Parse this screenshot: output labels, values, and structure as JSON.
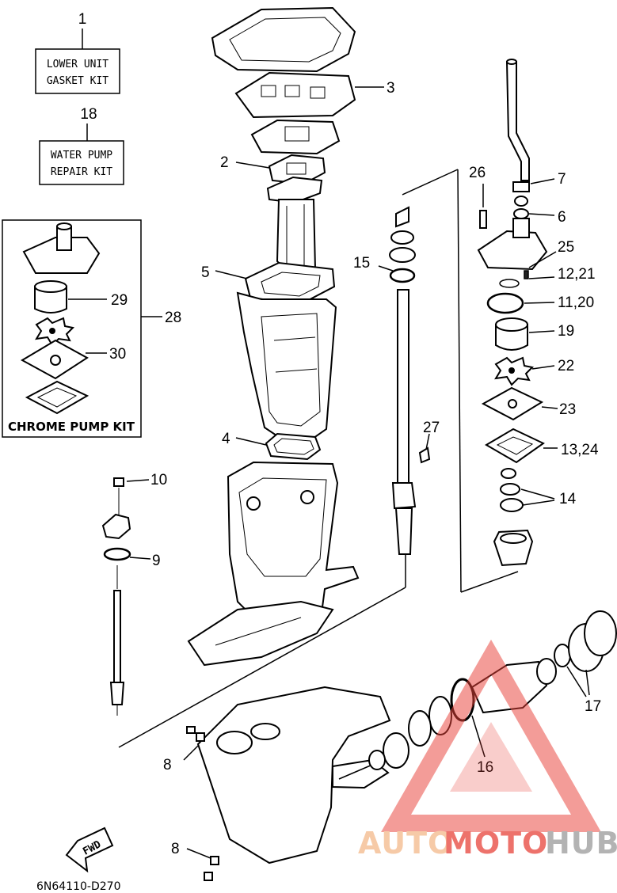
{
  "kits": {
    "lower_unit_gasket": {
      "number": "1",
      "line1": "LOWER UNIT",
      "line2": "GASKET KIT"
    },
    "water_pump_repair": {
      "number": "18",
      "line1": "WATER PUMP",
      "line2": "REPAIR KIT"
    },
    "chrome_pump": {
      "number": "28",
      "label": "CHROME PUMP KIT"
    }
  },
  "callouts": {
    "c2": "2",
    "c3": "3",
    "c4": "4",
    "c5": "5",
    "c6": "6",
    "c7": "7",
    "c8a": "8",
    "c8b": "8",
    "c9": "9",
    "c10": "10",
    "c1121": "11,20",
    "c1221": "12,21",
    "c1324": "13,24",
    "c14": "14",
    "c15": "15",
    "c16": "16",
    "c17": "17",
    "c19": "19",
    "c22": "22",
    "c23": "23",
    "c25": "25",
    "c26": "26",
    "c27": "27",
    "c29": "29",
    "c30": "30"
  },
  "fwd_label": "FWD",
  "diagram_code": "6N64110-D270",
  "watermark": {
    "part1": "AUTO",
    "part2": "MOTO",
    "part3": "HUB",
    "color_light": "#f3b98a",
    "color_dark": "#e8433a",
    "color_gray": "#9a9a9a"
  }
}
